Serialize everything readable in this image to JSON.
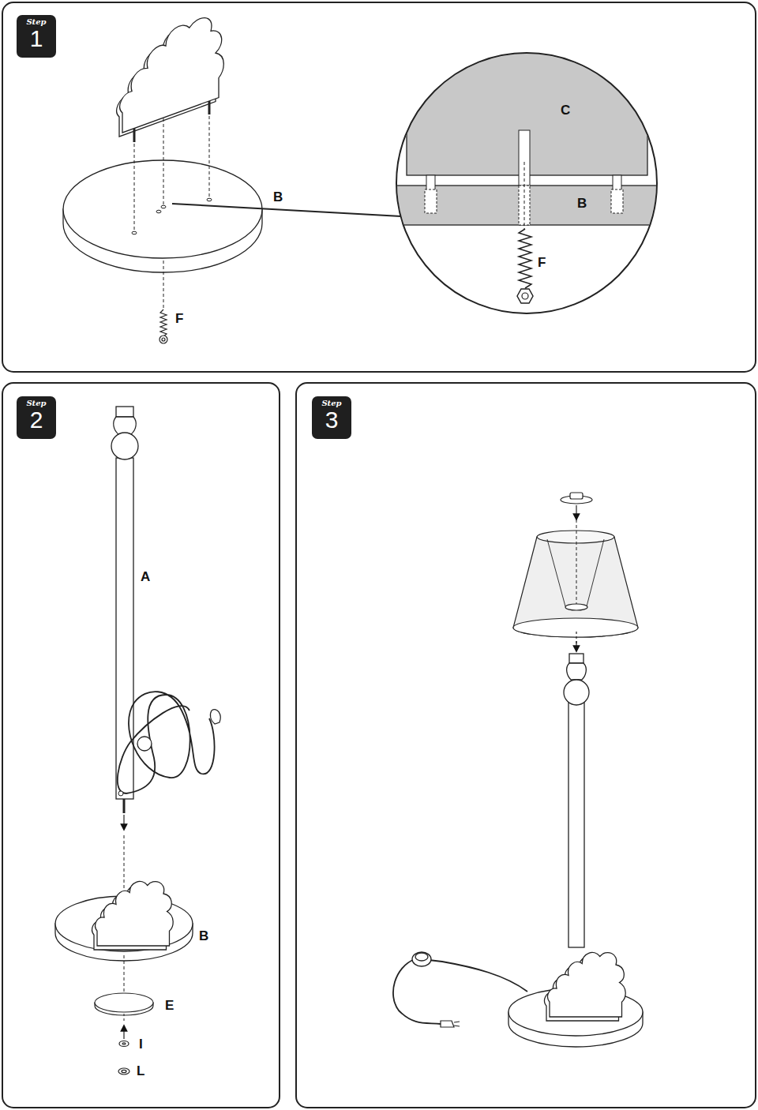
{
  "diagram": {
    "nodes": [
      {
        "text": [
          "Step",
          "1"
        ]
      },
      {
        "text": [
          "Step",
          "2"
        ]
      },
      {
        "text": [
          "Step",
          "3"
        ]
      }
    ],
    "labels": [
      "B",
      "C",
      "B",
      "F",
      "F",
      "A",
      "B",
      "E",
      "I",
      "L"
    ]
  }
}
